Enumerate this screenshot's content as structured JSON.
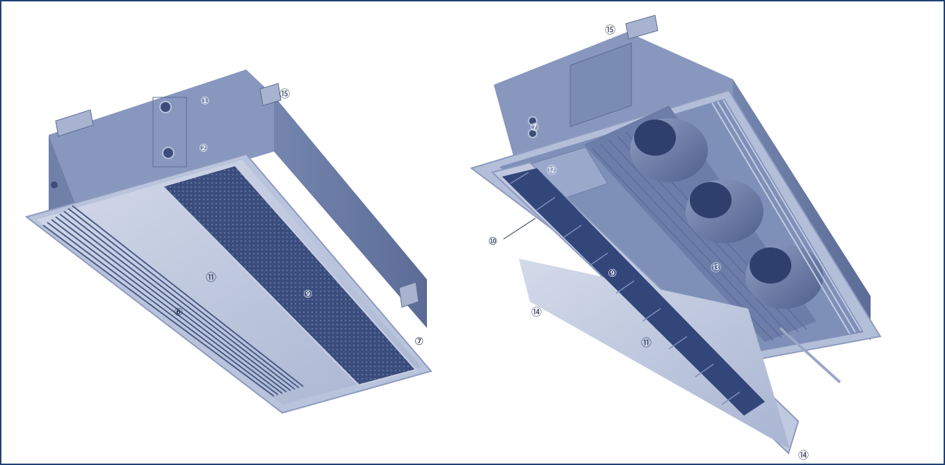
{
  "figure": {
    "left_unit": {
      "callouts": {
        "c1": "①",
        "c2": "②",
        "c6": "⑥",
        "c7": "⑦",
        "c9": "⑨",
        "c11": "⑪",
        "c15": "⑮"
      }
    },
    "right_unit": {
      "callouts": {
        "c7": "⑦",
        "c9": "⑨",
        "c10": "⑩",
        "c11": "⑪",
        "c12": "⑫",
        "c13": "⑬",
        "c14a": "⑭",
        "c14b": "⑭",
        "c15": "⑮"
      }
    },
    "colors": {
      "frame": "#1f3f72",
      "casing": "#8596bd",
      "casing_dark": "#66779f",
      "panel_light": "#c2cbe0",
      "grille": "#3d4f7e"
    }
  }
}
